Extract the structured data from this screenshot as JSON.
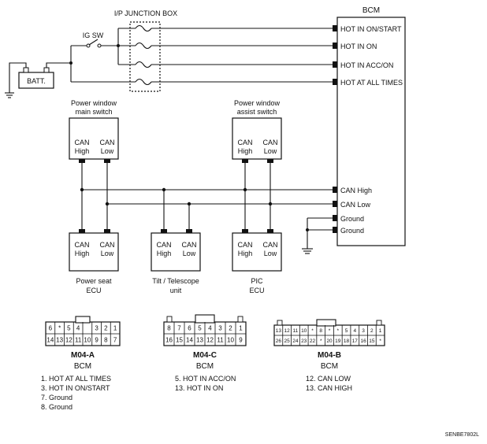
{
  "junction_box": {
    "title": "I/P JUNCTION BOX"
  },
  "ig_sw": {
    "label": "IG SW"
  },
  "battery": {
    "label": "BATT."
  },
  "bcm": {
    "title": "BCM",
    "inputs": [
      "HOT IN ON/START",
      "HOT IN ON",
      "HOT IN ACC/ON",
      "HOT AT ALL TIMES"
    ],
    "can_high": "CAN High",
    "can_low": "CAN Low",
    "grounds": [
      "Ground",
      "Ground"
    ]
  },
  "modules": {
    "pw_main": {
      "title": [
        "Power window",
        "main switch"
      ],
      "pins": [
        [
          "CAN",
          "High"
        ],
        [
          "CAN",
          "Low"
        ]
      ]
    },
    "pw_assist": {
      "title": [
        "Power window",
        "assist switch"
      ],
      "pins": [
        [
          "CAN",
          "High"
        ],
        [
          "CAN",
          "Low"
        ]
      ]
    },
    "power_seat": {
      "label": [
        "Power seat",
        "ECU"
      ],
      "pins": [
        [
          "CAN",
          "High"
        ],
        [
          "CAN",
          "Low"
        ]
      ]
    },
    "tilt": {
      "label": [
        "Tilt / Telescope",
        "unit"
      ],
      "pins": [
        [
          "CAN",
          "High"
        ],
        [
          "CAN",
          "Low"
        ]
      ]
    },
    "pic": {
      "label": [
        "PIC",
        "ECU"
      ],
      "pins": [
        [
          "CAN",
          "High"
        ],
        [
          "CAN",
          "Low"
        ]
      ]
    }
  },
  "connectors": [
    {
      "id": "M04-A",
      "sub": "BCM",
      "top": [
        "6",
        "*",
        "5",
        "4",
        "",
        "3",
        "2",
        "1"
      ],
      "bottom": [
        "14",
        "13",
        "12",
        "11",
        "10",
        "9",
        "8",
        "7"
      ],
      "notes": [
        "1. HOT AT ALL TIMES",
        "3. HOT IN ON/START",
        "7. Ground",
        "8. Ground"
      ]
    },
    {
      "id": "M04-C",
      "sub": "BCM",
      "top": [
        "8",
        "7",
        "6",
        "5",
        "4",
        "3",
        "2",
        "1"
      ],
      "bottom": [
        "16",
        "15",
        "14",
        "13",
        "12",
        "11",
        "10",
        "9"
      ],
      "notes": [
        "5. HOT IN ACC/ON",
        "13. HOT IN ON"
      ]
    },
    {
      "id": "M04-B",
      "sub": "BCM",
      "top": [
        "13",
        "12",
        "11",
        "10",
        "*",
        "8",
        "*",
        "*",
        "5",
        "4",
        "3",
        "2",
        "1"
      ],
      "bottom": [
        "26",
        "25",
        "24",
        "23",
        "22",
        "*",
        "20",
        "19",
        "18",
        "17",
        "16",
        "15",
        "*"
      ],
      "notes": [
        "12. CAN LOW",
        "13. CAN HIGH"
      ]
    }
  ],
  "footer_code": "SENBE7802L"
}
